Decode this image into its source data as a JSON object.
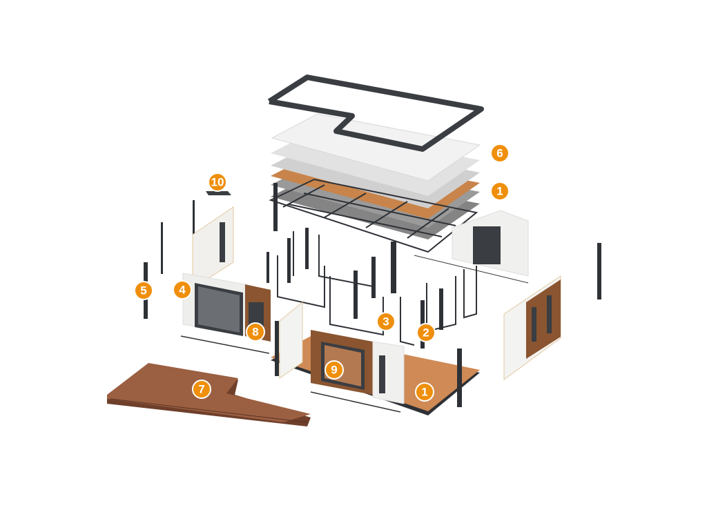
{
  "diagram": {
    "title": "Exploded modular house",
    "colors": {
      "badge": "#ef8f0c",
      "steel": "#2e3136",
      "wood": "#c8844a",
      "deck": "#8a5238",
      "panel": "#ececec"
    },
    "badges": [
      {
        "id": "roof-insulation",
        "label": "6"
      },
      {
        "id": "roof-floor-board",
        "label": "1"
      },
      {
        "id": "skylight",
        "label": "10"
      },
      {
        "id": "corner-column",
        "label": "5"
      },
      {
        "id": "wall-panel",
        "label": "4"
      },
      {
        "id": "door",
        "label": "8"
      },
      {
        "id": "wall-frame",
        "label": "3"
      },
      {
        "id": "column",
        "label": "2"
      },
      {
        "id": "window",
        "label": "9"
      },
      {
        "id": "floor-board",
        "label": "1"
      },
      {
        "id": "deck",
        "label": "7"
      }
    ]
  }
}
